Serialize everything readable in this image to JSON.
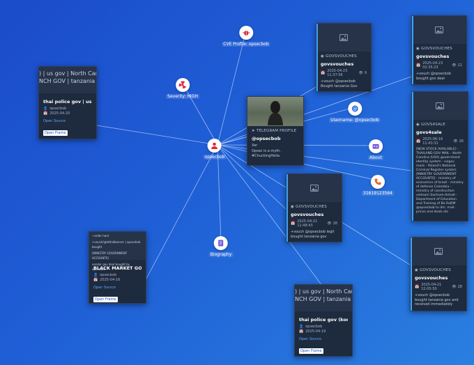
{
  "colors": {
    "accent": "#3aa3ff",
    "node_red": "#e0293c",
    "node_blue": "#2a74e6",
    "node_purple": "#6b52d8",
    "node_orange": "#e8672a"
  },
  "nodes": {
    "cve": {
      "label": "CVE Profile: opsecbob",
      "icon": "bug-icon"
    },
    "severity": {
      "label": "Severity: HIGH",
      "icon": "radiation-icon"
    },
    "center": {
      "label": "opsecbob",
      "icon": "person-icon"
    },
    "username": {
      "label": "Username: @opsecbob",
      "icon": "at-sign-icon"
    },
    "about": {
      "label": "About",
      "icon": "id-card-icon"
    },
    "phone": {
      "label": "31619123564",
      "icon": "phone-icon"
    },
    "biography": {
      "label": "Biography",
      "icon": "document-icon"
    }
  },
  "cards": {
    "thai": {
      "header_lines": [
        ") | us gov | North Carolin",
        "NCH GOV | tanzania gove"
      ],
      "title": "thai police gov | us gov",
      "author": "opsecbob",
      "date": "2025-04-20",
      "open_source": "Open Source",
      "open_frame": "Open Frame"
    },
    "telegram": {
      "type": "TELEGRAM PROFILE",
      "title": "@opsecbob",
      "line1": "Xer",
      "line2": "Opsec is a myth.",
      "line3": "#ChuckingHelia"
    },
    "gv1": {
      "type": "GOVSVOUCHES",
      "title": "govsvouches",
      "date": "2025-04-23 11:37:56",
      "views": "9",
      "desc": "+vouch @opsecbob Bought tanzania Gov"
    },
    "gv2": {
      "type": "GOVSVOUCHES",
      "title": "govsvouches",
      "date": "2025-04-23 02:35:23",
      "views": "21",
      "desc": "+vouch @opsecbob bought gov deal"
    },
    "gov4sale": {
      "type": "GOVS4SALE",
      "title": "govs4sale",
      "date": "2025-06-16 11:43:31",
      "views": "26",
      "desc": "[NEW STOCK AVAILABLE] - THAILAND GOV MAIL - North Carolina (USA) government identity system - sixgov mails - Poland's National Criminal Register system [MINISTRY GOVERNMENT ACCOUNTS] - ministry of economics of brazil - ministry of defense Colombia - ministry of construction vietnam Sachsen-Anhalt - Department of Education and Training of Ba RaDM @opsecbob to dm. mail: prices and deals etc"
    },
    "gv3": {
      "type": "GOVSVOUCHES",
      "title": "govsvouches",
      "date": "2025-04-21 11:48:43",
      "views": "28",
      "desc": "+vouch @opsecbob legit bought tanzania gov"
    },
    "gv4": {
      "type": "GOVSVOUCHES",
      "title": "govsvouches",
      "date": "2025-04-21 12:05:50",
      "views": "28",
      "desc": "+vouch @opsecbob bought tanzania gov and received immediately"
    },
    "black": {
      "header_lines": [
        "~order here",
        "+vouch/@lethalbanner | opsecbob bought",
        "[MINISTRY GOVERNMENT ACCOUNTS]",
        "vendor gov deal bought by opsecbob"
      ],
      "title": "BLACK MARKET GOVERN...",
      "author": "opsecbob",
      "date": "2025-04-16",
      "open_source": "Open Source",
      "open_frame": "Open Frame"
    },
    "thai2": {
      "header_lines": [
        ") | us gov | North Carol",
        "NCH GOV | tanzania gove"
      ],
      "title": "thai police gov (kodex) | ...",
      "author": "opsecbob",
      "date": "2025-04-19",
      "open_source": "Open Source",
      "open_frame": "Open Frame"
    }
  }
}
